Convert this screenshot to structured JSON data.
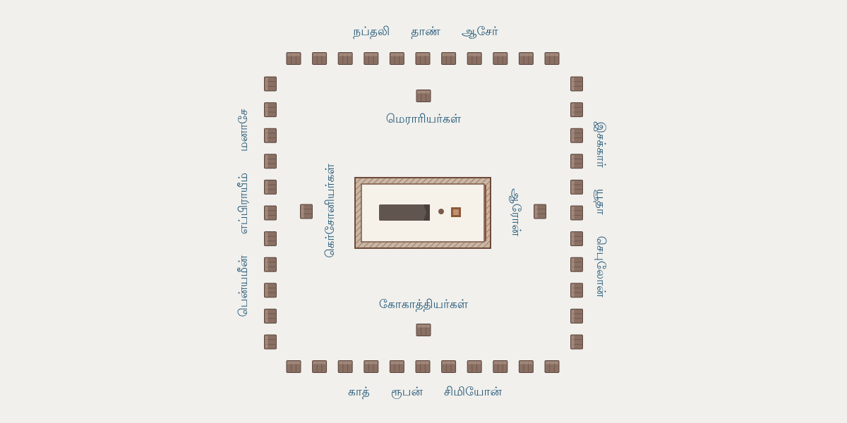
{
  "tribes": {
    "north": [
      "நப்தலி",
      "தாண்",
      "ஆசேர்"
    ],
    "south": [
      "காத்",
      "ரூபன்",
      "சிமியோன்"
    ],
    "west": [
      "பென்யமீன்",
      "எப்பிராயீம்",
      "மனாசே"
    ],
    "east": [
      "இசக்கார்",
      "யூதா",
      "செபுலோன்"
    ]
  },
  "levites": {
    "north": "மெராரியர்கள்",
    "south": "கோகாத்தியர்கள்",
    "west": "கெர்சோனியர்கள்",
    "east": "ஆரோன்"
  },
  "colors": {
    "background": "#f1f0ec",
    "label": "#1f5577",
    "tent_fill": "#8a6f63",
    "tent_dark": "#5a463e",
    "tabernacle_border": "#6e4a3a",
    "tabernacle_inner": "#f6f2ea",
    "ark": "#615550"
  },
  "tents": {
    "top_row_count": 11,
    "bottom_row_count": 11,
    "left_col_count": 11,
    "right_col_count": 11,
    "levite_tents": 4
  }
}
